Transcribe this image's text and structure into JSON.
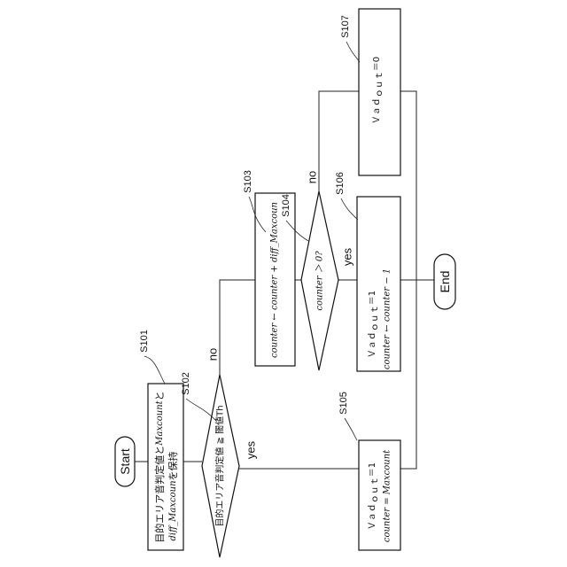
{
  "nodes": {
    "start": "Start",
    "end": "End",
    "s101_line1": "目的エリア音判定値と",
    "s101_line1_math": "Maxcount",
    "s101_line1_tail": "と",
    "s101_line2_math": "diff_Maxcoun",
    "s101_line2_tail": "を保持",
    "s102_text": "目的エリア音判定値 ≧ 閾値Th",
    "s103_text": "counter ← counter + diff_Maxcoun",
    "s104_text": "counter ＞ 0?",
    "s105_line1": "Ｖａｄ",
    "s105_line1_tail": "＝1",
    "s105_line2": "counter = Maxcount",
    "s106_line1": "Ｖａｄ",
    "s106_line1_tail": "＝1",
    "s106_line2": "counter ← counter − 1",
    "s107_line1": "Ｖａｄ",
    "s107_line1_tail": "＝0",
    "vad_subscript": "ｏｕｔ"
  },
  "steps": {
    "s101": "S101",
    "s102": "S102",
    "s103": "S103",
    "s104": "S104",
    "s105": "S105",
    "s106": "S106",
    "s107": "S107"
  },
  "branches": {
    "s102_no": "no",
    "s102_yes": "yes",
    "s104_no": "no",
    "s104_yes": "yes"
  }
}
